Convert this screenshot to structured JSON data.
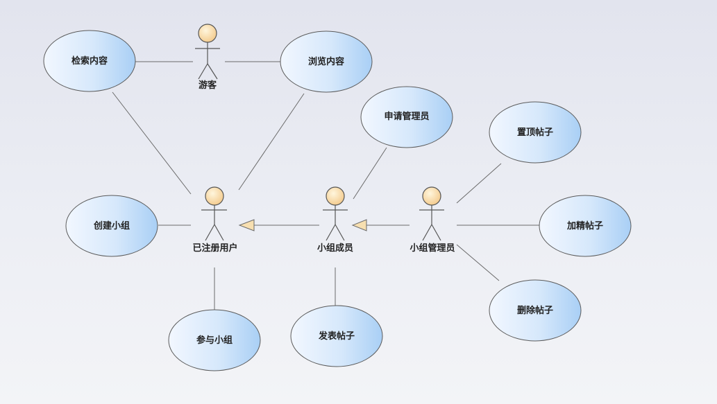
{
  "actors": {
    "visitor": "游客",
    "registered_user": "已注册用户",
    "group_member": "小组成员",
    "group_admin": "小组管理员"
  },
  "use_cases": {
    "search_content": "检索内容",
    "browse_content": "浏览内容",
    "apply_admin": "申请管理员",
    "pin_post": "置顶帖子",
    "create_group": "创建小组",
    "feature_post": "加精帖子",
    "delete_post": "删除帖子",
    "join_group": "参与小组",
    "publish_post": "发表帖子"
  },
  "colors": {
    "usecase_fill_start": "#f2f7ff",
    "usecase_fill_end": "#a9cff5",
    "usecase_stroke": "#5a5a5a",
    "actor_head_start": "#fff6dd",
    "actor_head_end": "#f3c98a",
    "generalization_arrow": "#f7dfb0",
    "line": "#6a6a6a"
  }
}
